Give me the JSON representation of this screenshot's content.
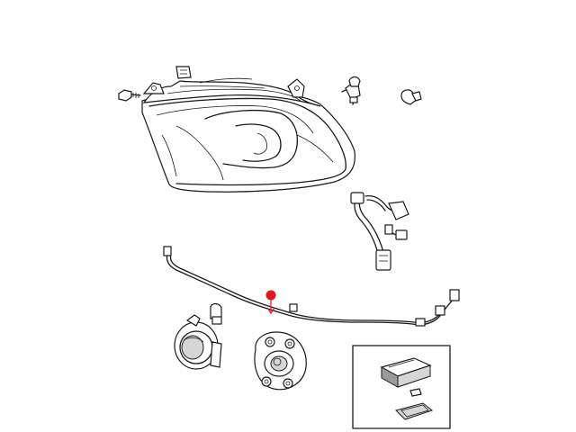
{
  "diagram": {
    "parts": [
      {
        "id": "headlamp-assembly"
      },
      {
        "id": "mounting-bolt"
      },
      {
        "id": "retaining-clip"
      },
      {
        "id": "headlamp-bulb"
      },
      {
        "id": "side-marker-bulb"
      },
      {
        "id": "headlamp-wiring-harness"
      },
      {
        "id": "front-lamp-wiring-jumper"
      },
      {
        "id": "fog-lamp-bulb"
      },
      {
        "id": "fog-lamp-assembly"
      },
      {
        "id": "projector-lamp-module"
      },
      {
        "id": "ballast-module-inset"
      }
    ],
    "callout": {
      "target": "front-lamp-wiring-jumper",
      "color": "#e8141b"
    }
  }
}
